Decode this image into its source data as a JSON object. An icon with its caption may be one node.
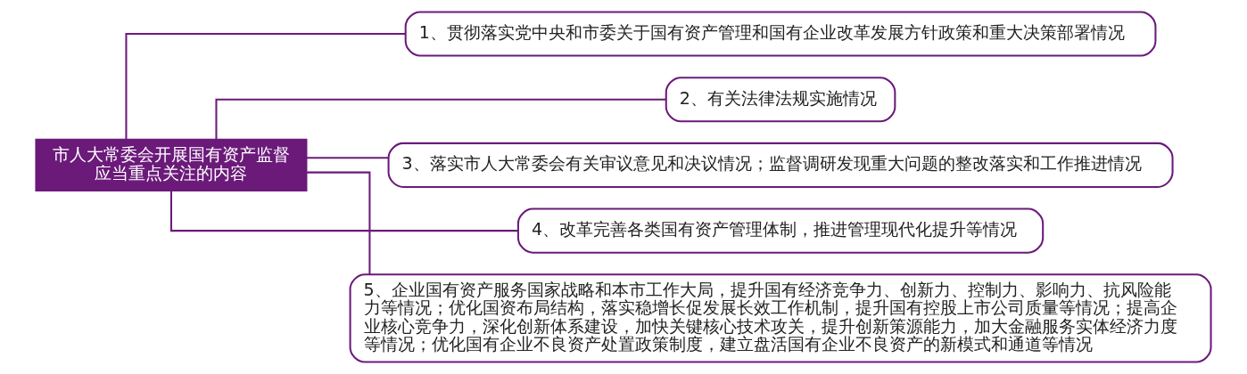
{
  "diagram": {
    "nodes": [
      {
        "text": [
          "市人大常委会开展国有资产监督应当重点关注的内容"
        ]
      },
      {
        "text": [
          "1、贯彻落实党中央和市委关于国有资产管理和国有企业改革发展方针政策和重大决策部署情况"
        ]
      },
      {
        "text": [
          "2、有关法律法规实施情况"
        ]
      },
      {
        "text": [
          "3、落实市人大常委会有关审议意见和决议情况；监督调研发现重大问题的整改落实和工作推进情况"
        ]
      },
      {
        "text": [
          "4、改革完善各类国有资产管理体制，推进管理现代化提升等情况"
        ]
      },
      {
        "text": [
          "5、企业国有资产服务国家战略和本市工作大局，提升国有经济竞争力、创新力、控制力、影响力、抗风险能力等情况；优化国资布局结构，落实稳增长促发展长效工作机制，提升国有控股上市公司质量等情况；提高企业核心竞争力，深化创新体系建设，加快关键核心技术攻关，提升创新策源能力，加大金融服务实体经济力度等情况；优化国有企业不良资产处置政策制度，建立盘活国有企业不良资产的新模式和通道等情况"
        ]
      }
    ],
    "edges": [
      {
        "from": 0,
        "to": 1,
        "arrow": "none"
      },
      {
        "from": 0,
        "to": 2,
        "arrow": "none"
      },
      {
        "from": 0,
        "to": 3,
        "arrow": "none"
      },
      {
        "from": 0,
        "to": 4,
        "arrow": "none"
      },
      {
        "from": 0,
        "to": 5,
        "arrow": "none"
      }
    ]
  }
}
